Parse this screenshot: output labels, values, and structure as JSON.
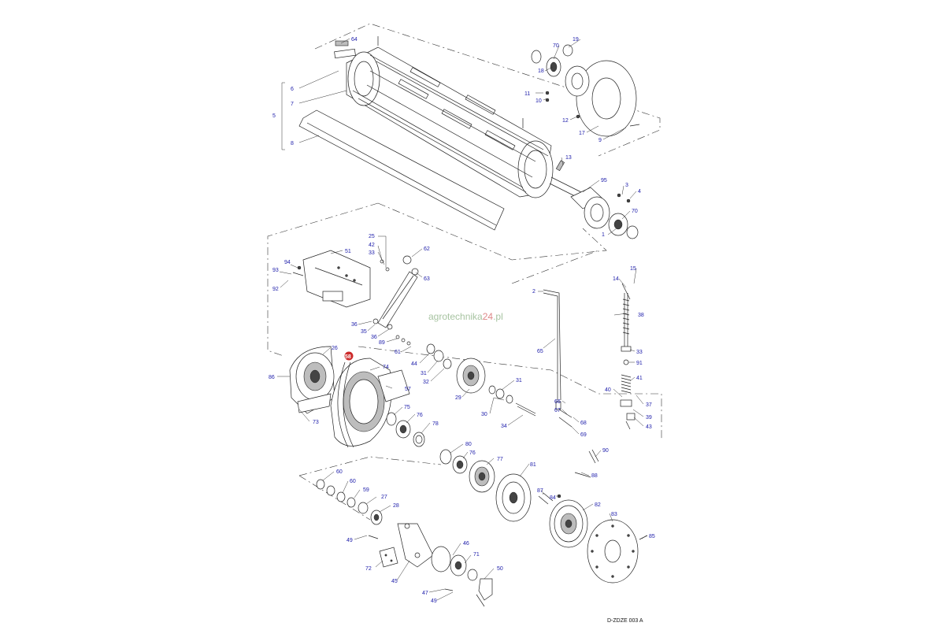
{
  "watermark": {
    "part1": "agrotechnika",
    "part2": "24",
    "part3": ".pl"
  },
  "drawing_ref": "D-ZDZE 003 A",
  "colors": {
    "label": "#1c1caa",
    "highlight": "#cc2a2a",
    "line": "#222222"
  },
  "parts": {
    "p64": "64",
    "p6": "6",
    "p7": "7",
    "p5": "5",
    "p8": "8",
    "p70a": "70",
    "p19": "19",
    "p18": "18",
    "p11": "11",
    "p10": "10",
    "p12": "12",
    "p17": "17",
    "p9": "9",
    "p13": "13",
    "p95": "95",
    "p3": "3",
    "p4": "4",
    "p70b": "70",
    "p1": "1",
    "p25": "25",
    "p42": "42",
    "p33a": "33",
    "p51": "51",
    "p62": "62",
    "p63": "63",
    "p94": "94",
    "p93": "93",
    "p92": "92",
    "p36a": "36",
    "p35": "35",
    "p36b": "36",
    "p89": "89",
    "p61": "61",
    "p44": "44",
    "p31a": "31",
    "p32": "32",
    "p29": "29",
    "p31b": "31",
    "p30": "30",
    "p34": "34",
    "p2": "2",
    "p65": "65",
    "p66": "66",
    "p67": "67",
    "p68": "68",
    "p69": "69",
    "p14": "14",
    "p15": "15",
    "p38": "38",
    "p33b": "33",
    "p91": "91",
    "p41": "41",
    "p40": "40",
    "p37": "37",
    "p39": "39",
    "p43": "43",
    "p26": "26",
    "p86": "86",
    "p58": "58",
    "p74": "74",
    "p57": "57",
    "p73": "73",
    "p75": "75",
    "p76a": "76",
    "p78": "78",
    "p80": "80",
    "p76b": "76",
    "p77": "77",
    "p81": "81",
    "p90": "90",
    "p88": "88",
    "p87": "87",
    "p84": "84",
    "p82": "82",
    "p83": "83",
    "p85": "85",
    "p60a": "60",
    "p60b": "60",
    "p59": "59",
    "p27": "27",
    "p28": "28",
    "p49a": "49",
    "p46": "46",
    "p71": "71",
    "p72": "72",
    "p45": "45",
    "p50": "50",
    "p47": "47",
    "p49b": "49"
  }
}
